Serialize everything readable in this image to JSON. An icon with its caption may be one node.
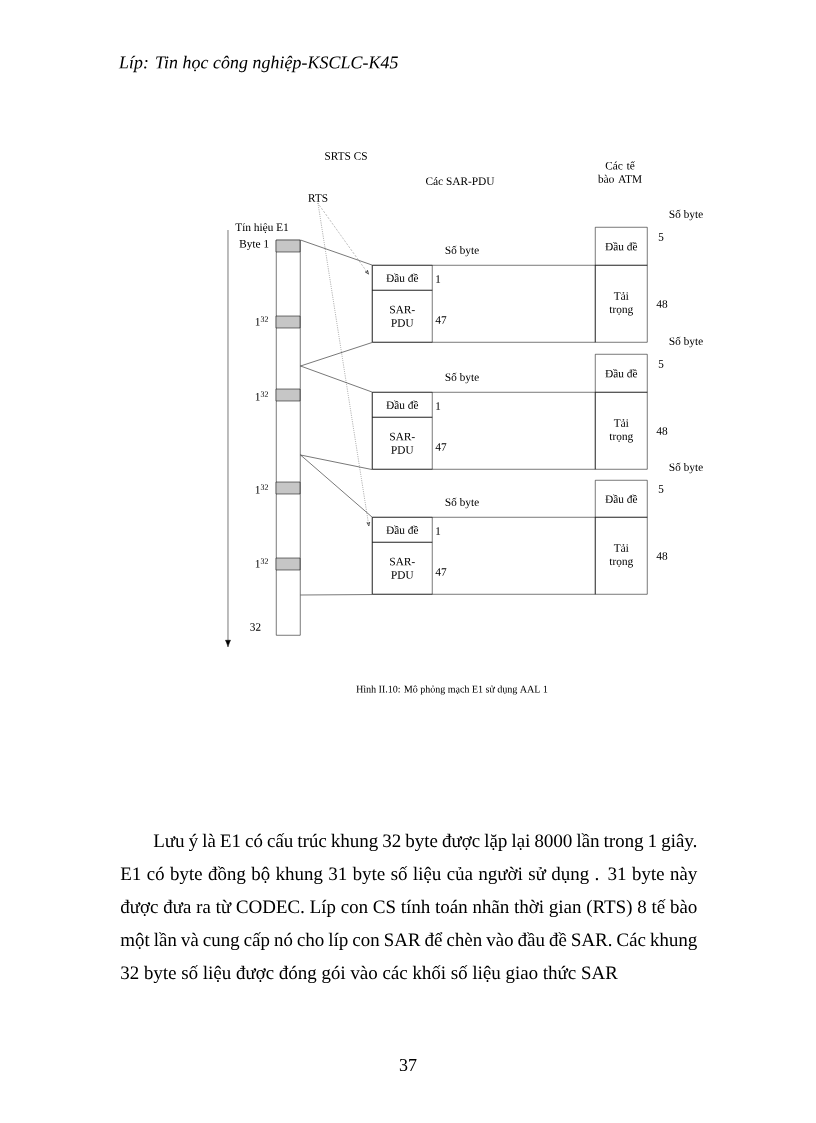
{
  "diagram": {
    "caption": "Hình II.10: Mô phỏng mạch E1 sử dụng AAL 1",
    "nodes": [
      {
        "text": [
          "RTS"
        ]
      },
      {
        "text": [
          "Tín hiệu E1"
        ],
        "beside": [
          "Byte 1",
          "1$^{32}$",
          "1$^{32}$",
          "1$^{32}$",
          "1$^{32}$",
          "32"
        ]
      },
      {
        "text": [
          "Số byte",
          "1",
          "47"
        ]
      },
      {
        "text": [
          "Đầu đề"
        ],
        "in": 2
      },
      {
        "text": [
          "SAR-PDU"
        ],
        "in": 2
      },
      {
        "text": [
          "Đầu đề"
        ],
        "beside": [
          "Số byte",
          "5"
        ]
      },
      {
        "text": [
          "Tải trọng"
        ],
        "beside": [
          "48"
        ]
      },
      {
        "text": [
          "Số byte",
          "1",
          "47"
        ]
      },
      {
        "text": [
          "Đầu đề"
        ],
        "in": 7
      },
      {
        "text": [
          "SAR-PDU"
        ],
        "in": 7
      },
      {
        "text": [
          "Đầu đề"
        ],
        "beside": [
          "Số byte",
          "5"
        ]
      },
      {
        "text": [
          "Tải trọng"
        ],
        "beside": [
          "48"
        ]
      },
      {
        "text": [
          "Số byte",
          "1",
          "47"
        ]
      },
      {
        "text": [
          "Đầu đề"
        ],
        "in": 12
      },
      {
        "text": [
          "SAR-PDU"
        ],
        "in": 12
      },
      {
        "text": [
          "Đầu đề"
        ],
        "beside": [
          "Số byte",
          "5"
        ]
      },
      {
        "text": [
          "Tải trọng"
        ],
        "beside": [
          "48"
        ]
      }
    ],
    "edges": [
      {
        "from": 0,
        "to": 3,
        "arrow": "to",
        "style": "dashed"
      },
      {
        "from": 0,
        "to": 13,
        "arrow": "to",
        "style": "dashed"
      },
      {
        "from": 1,
        "to": 2,
        "arrow": "none"
      },
      {
        "from": 1,
        "to": 2,
        "arrow": "none"
      },
      {
        "from": 1,
        "to": 7,
        "arrow": "none"
      },
      {
        "from": 1,
        "to": 7,
        "arrow": "none"
      },
      {
        "from": 1,
        "to": 12,
        "arrow": "none"
      },
      {
        "from": 1,
        "to": 12,
        "arrow": "none"
      }
    ],
    "labels": [
      "Líp: Tin học công nghiệp-KSCLC-K45",
      "SRTS CS",
      "Các SAR-PDU",
      "Các tế bào ATM",
      "Lưu ý là E1 có cấu trúc khung 32 byte được lặp lại 8000 lần trong 1 giây. E1 có byte đồng bộ khung 31 byte số liệu của người sử dụng . 31 byte này được đưa ra từ CODEC. Líp con CS tính toán nhãn thời gian (RTS) 8 tế bào một lần và cung cấp nó cho líp con SAR để chèn vào đầu đề SAR. Các khung 32 byte số liệu được đóng gói vào các khối số liệu giao thức SAR",
      "37"
    ]
  }
}
